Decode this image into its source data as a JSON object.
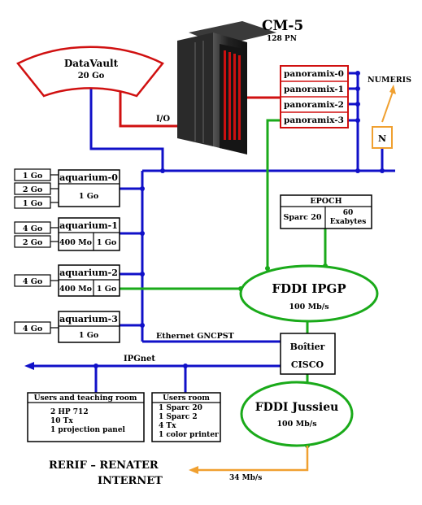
{
  "colors": {
    "ethernet": "#1010c8",
    "fddi": "#1aaa1a",
    "server_link": "#d01010",
    "wan": "#f0a030",
    "server_body": "#1a1a1a",
    "server_leds": "#cc1010"
  },
  "cm5": {
    "title": "CM-5",
    "subtitle": "128 PN"
  },
  "datavault": {
    "title": "DataVault",
    "size": "20 Go"
  },
  "io_label": "I/O",
  "panoramix": [
    "panoramix-0",
    "panoramix-1",
    "panoramix-2",
    "panoramix-3"
  ],
  "numeris": {
    "label": "NUMERIS",
    "box": "N"
  },
  "aquariums": [
    {
      "name": "aquarium-0",
      "left_disks": [
        "1 Go",
        "2 Go",
        "1 Go"
      ],
      "disks": [
        "1 Go"
      ]
    },
    {
      "name": "aquarium-1",
      "left_disks": [
        "4 Go",
        "2 Go"
      ],
      "disks": [
        "400 Mo",
        "1 Go"
      ]
    },
    {
      "name": "aquarium-2",
      "left_disks": [
        "4 Go"
      ],
      "disks": [
        "400 Mo",
        "1 Go"
      ]
    },
    {
      "name": "aquarium-3",
      "left_disks": [
        "4 Go"
      ],
      "disks": [
        "1 Go"
      ]
    }
  ],
  "epoch": {
    "title": "EPOCH",
    "left": "Sparc 20",
    "right_1": "60",
    "right_2": "Exabytes"
  },
  "fddi_ipgp": {
    "title": "FDDI IPGP",
    "speed": "100 Mb/s"
  },
  "ethernet_label": "Ethernet GNCPST",
  "boitier": {
    "line1": "Boîtier",
    "line2": "CISCO"
  },
  "ipgnet_label": "IPGnet",
  "users_teaching": {
    "title": "Users and teaching room",
    "lines": [
      "2 HP 712",
      "10 Tx",
      "1 projection panel"
    ]
  },
  "users_room": {
    "title": "Users room",
    "lines": [
      "1 Sparc 20",
      "1 Sparc 2",
      "4 Tx",
      "1 color printer"
    ]
  },
  "fddi_jussieu": {
    "title": "FDDI Jussieu",
    "speed": "100 Mb/s"
  },
  "wan": {
    "line1": "RERIF – RENATER",
    "line2": "INTERNET",
    "speed": "34 Mb/s"
  }
}
